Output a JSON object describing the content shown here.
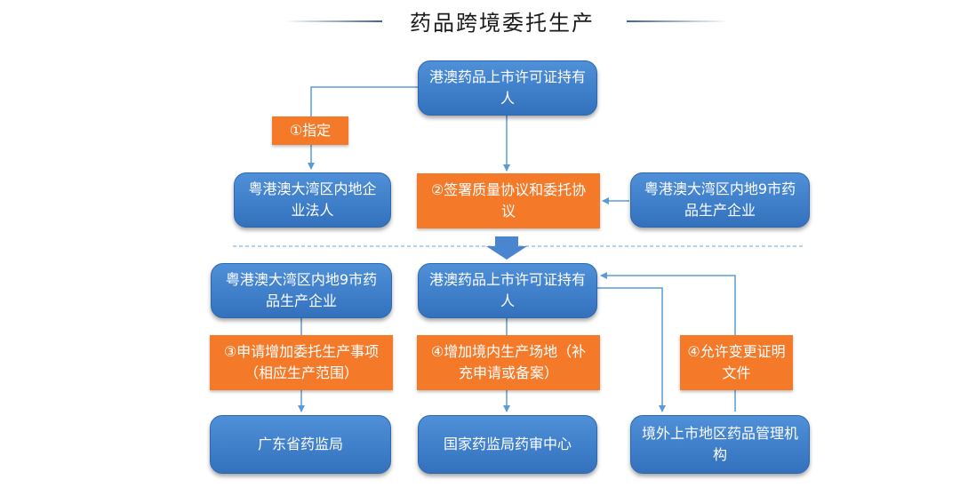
{
  "title": "药品跨境委托生产",
  "colors": {
    "box_blue": "#3d7fcd",
    "label_orange": "#f47a2a",
    "arrow": "#5b9bd5",
    "divider": "#9cc3e6"
  },
  "top": {
    "holder": "港澳药品上市许可证持有人",
    "step1": "①指定",
    "legal_person": "粤港澳大湾区内地企业法人",
    "step2": "②签署质量协议和委托协议",
    "mfg": "粤港澳大湾区内地9市药品生产企业"
  },
  "bottom": {
    "mfg": "粤港澳大湾区内地9市药品生产企业",
    "holder": "港澳药品上市许可证持有人",
    "step3": "③申请增加委托生产事项（相应生产范围）",
    "step4a": "④增加境内生产场地（补充申请或备案）",
    "step4b": "④允许变更证明文件",
    "gd_bureau": "广东省药监局",
    "cde": "国家药监局药审中心",
    "overseas": "境外上市地区药品管理机构"
  }
}
